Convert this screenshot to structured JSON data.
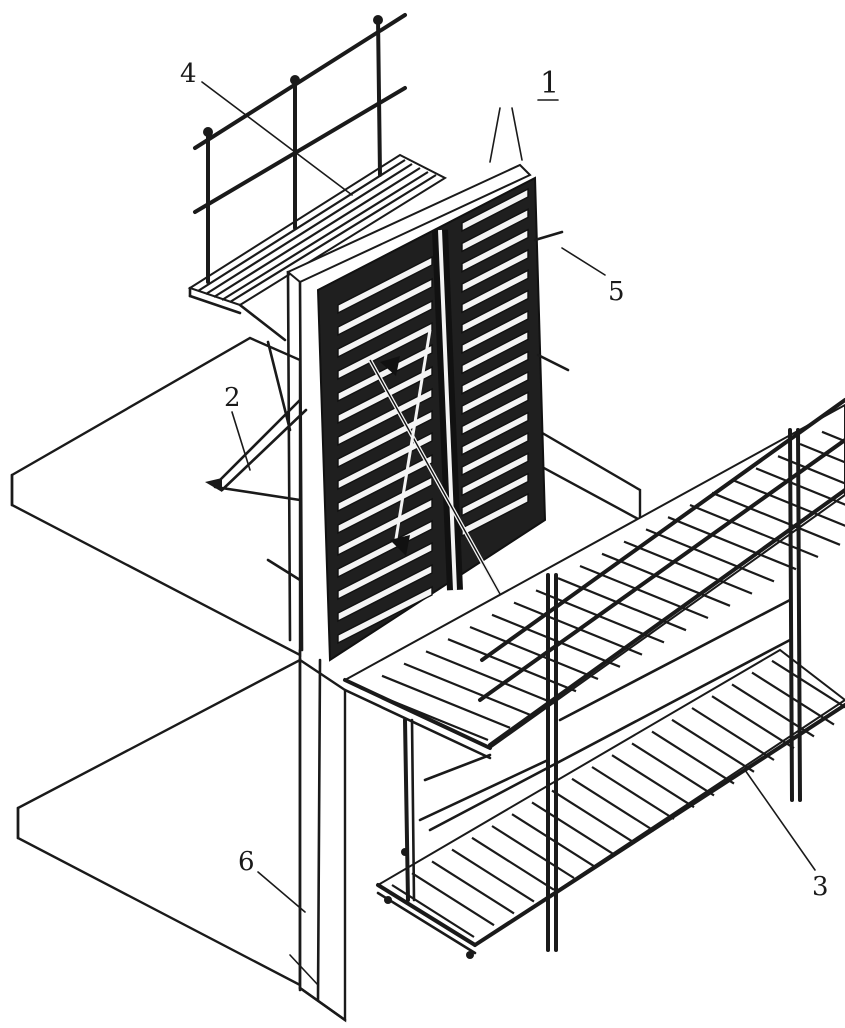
{
  "diagram": {
    "callouts": [
      {
        "id": "c1",
        "label": "1"
      },
      {
        "id": "c2",
        "label": "2"
      },
      {
        "id": "c3",
        "label": "3"
      },
      {
        "id": "c4",
        "label": "4"
      },
      {
        "id": "c5",
        "label": "5"
      },
      {
        "id": "c6",
        "label": "6"
      }
    ]
  },
  "colors": {
    "ink": "#1a1a1a",
    "paper": "#ffffff"
  }
}
